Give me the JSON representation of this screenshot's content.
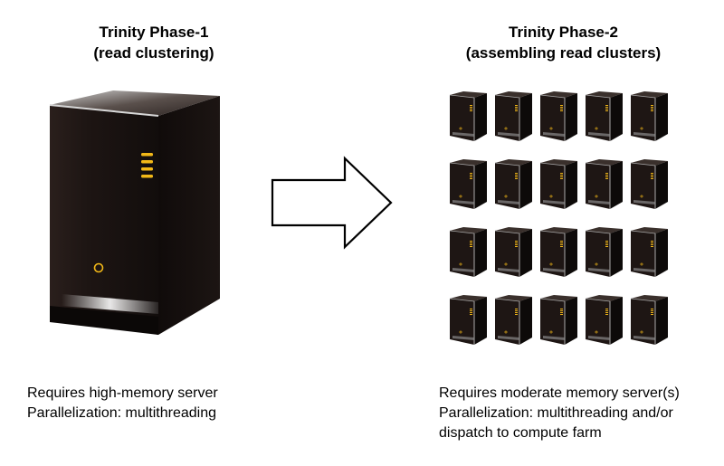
{
  "phase1": {
    "title_line1": "Trinity Phase-1",
    "title_line2": "(read clustering)",
    "desc_line1": "Requires high-memory server",
    "desc_line2": "Parallelization: multithreading"
  },
  "phase2": {
    "title_line1": "Trinity Phase-2",
    "title_line2": "(assembling read clusters)",
    "desc_line1": "Requires moderate memory server(s)",
    "desc_line2": "Parallelization: multithreading and/or",
    "desc_line3": "dispatch to compute farm"
  },
  "server_farm": {
    "rows": 4,
    "columns": 5
  },
  "colors": {
    "server_body": "#1e1614",
    "server_side": "#0d0a09",
    "server_top": "#3a302c",
    "led": "#f2b818",
    "arrow_stroke": "#000000",
    "arrow_fill": "#ffffff"
  },
  "icons": {
    "big_server": "tower-server-icon",
    "arrow": "right-arrow-icon",
    "mini_server": "tower-server-icon"
  }
}
